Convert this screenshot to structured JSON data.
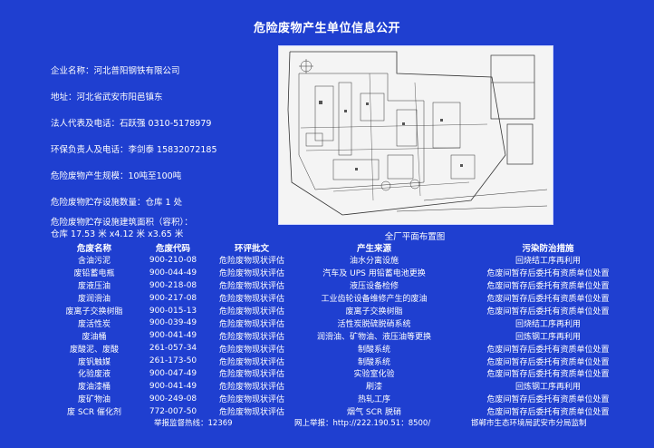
{
  "page": {
    "title": "危险废物产生单位信息公开"
  },
  "company_info": [
    "企业名称：河北普阳钢铁有限公司",
    "地址：河北省武安市阳邑镇东",
    "法人代表及电话：石跃强 0310-5178979",
    "环保负责人及电话：李剑泰 15832072185",
    "危险废物产生规模：10吨至100吨",
    "危险废物贮存设施数量：仓库 1 处",
    "危险废物贮存设施建筑面积（容积）：",
    "仓库 17.53 米 x4.12 米 x3.65 米"
  ],
  "plan": {
    "caption": "全厂平面布置图"
  },
  "table": {
    "headers": [
      "危废名称",
      "危废代码",
      "环评批文",
      "产生来源",
      "污染防治措施"
    ],
    "rows": [
      [
        "含油污泥",
        "900-210-08",
        "危险废物现状评估",
        "油水分离设施",
        "回烧结工序再利用"
      ],
      [
        "废铅蓄电瓶",
        "900-044-49",
        "危险废物现状评估",
        "汽车及 UPS 用铅蓄电池更换",
        "危废间暂存后委托有资质单位处置"
      ],
      [
        "废液压油",
        "900-218-08",
        "危险废物现状评估",
        "液压设备检修",
        "危废间暂存后委托有资质单位处置"
      ],
      [
        "废润滑油",
        "900-217-08",
        "危险废物现状评估",
        "工业齿轮设备维修产生的废油",
        "危废间暂存后委托有资质单位处置"
      ],
      [
        "废离子交换树脂",
        "900-015-13",
        "危险废物现状评估",
        "废离子交换树脂",
        "危废间暂存后委托有资质单位处置"
      ],
      [
        "废活性炭",
        "900-039-49",
        "危险废物现状评估",
        "活性炭脱硫脱硝系统",
        "回烧结工序再利用"
      ],
      [
        "废油桶",
        "900-041-49",
        "危险废物现状评估",
        "润滑油、矿物油、液压油等更换",
        "回炼钢工序再利用"
      ],
      [
        "废酸泥、废酸",
        "261-057-34",
        "危险废物现状评估",
        "制酸系统",
        "危废间暂存后委托有资质单位处置"
      ],
      [
        "废钒触媒",
        "261-173-50",
        "危险废物现状评估",
        "制酸系统",
        "危废间暂存后委托有资质单位处置"
      ],
      [
        "化验废液",
        "900-047-49",
        "危险废物现状评估",
        "实验室化验",
        "危废间暂存后委托有资质单位处置"
      ],
      [
        "废油漆桶",
        "900-041-49",
        "危险废物现状评估",
        "刷漆",
        "回炼钢工序再利用"
      ],
      [
        "废矿物油",
        "900-249-08",
        "危险废物现状评估",
        "热轧工序",
        "危废间暂存后委托有资质单位处置"
      ],
      [
        "废 SCR 催化剂",
        "772-007-50",
        "危险废物现状评估",
        "烟气 SCR 脱硝",
        "危废间暂存后委托有资质单位处置"
      ]
    ]
  },
  "footer": {
    "hotline": "举报监督热线：12369",
    "online": "网上举报：http://222.190.51：8500/",
    "authority": "邯郸市生态环境局武安市分局监制"
  }
}
